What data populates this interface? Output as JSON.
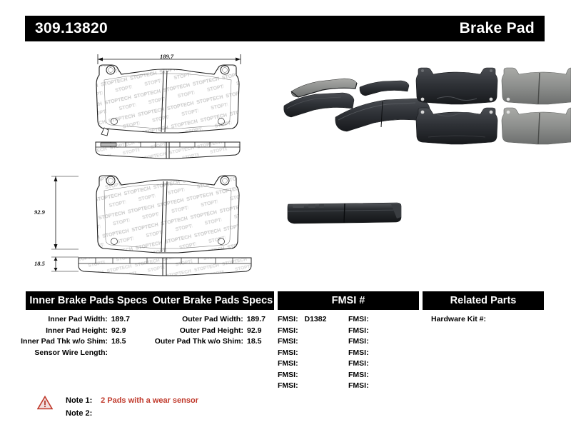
{
  "header": {
    "part_number": "309.13820",
    "title": "Brake Pad"
  },
  "drawings": {
    "dim_width": "189.7",
    "dim_height": "92.9",
    "dim_thickness": "18.5",
    "watermark_text": "STOPTECH"
  },
  "table": {
    "columns": [
      {
        "id": "inner",
        "header": "Inner Brake Pads Specs"
      },
      {
        "id": "outer",
        "header": "Outer Brake Pads Specs"
      },
      {
        "id": "fmsi",
        "header": "FMSI #"
      },
      {
        "id": "related",
        "header": "Related Parts"
      }
    ],
    "inner_specs": [
      {
        "label": "Inner Pad Width:",
        "value": "189.7"
      },
      {
        "label": "Inner Pad Height:",
        "value": "92.9"
      },
      {
        "label": "Inner Pad Thk w/o Shim:",
        "value": "18.5"
      },
      {
        "label": "Sensor Wire Length:",
        "value": ""
      }
    ],
    "outer_specs": [
      {
        "label": "Outer Pad Width:",
        "value": "189.7"
      },
      {
        "label": "Outer Pad Height:",
        "value": "92.9"
      },
      {
        "label": "Outer Pad Thk w/o Shim:",
        "value": "18.5"
      }
    ],
    "fmsi_left": [
      {
        "label": "FMSI:",
        "value": "D1382"
      },
      {
        "label": "FMSI:",
        "value": ""
      },
      {
        "label": "FMSI:",
        "value": ""
      },
      {
        "label": "FMSI:",
        "value": ""
      },
      {
        "label": "FMSI:",
        "value": ""
      },
      {
        "label": "FMSI:",
        "value": ""
      },
      {
        "label": "FMSI:",
        "value": ""
      }
    ],
    "fmsi_right": [
      {
        "label": "FMSI:",
        "value": ""
      },
      {
        "label": "FMSI:",
        "value": ""
      },
      {
        "label": "FMSI:",
        "value": ""
      },
      {
        "label": "FMSI:",
        "value": ""
      },
      {
        "label": "FMSI:",
        "value": ""
      },
      {
        "label": "FMSI:",
        "value": ""
      },
      {
        "label": "FMSI:",
        "value": ""
      }
    ],
    "related_parts": [
      {
        "label": "Hardware Kit #:",
        "value": ""
      }
    ]
  },
  "notes": [
    {
      "label": "Note 1:",
      "value": "2 Pads with a wear sensor"
    },
    {
      "label": "Note 2:",
      "value": ""
    }
  ],
  "colors": {
    "header_bg": "#000000",
    "header_text": "#ffffff",
    "note_accent": "#c0392b",
    "line": "#1a1a1a"
  }
}
